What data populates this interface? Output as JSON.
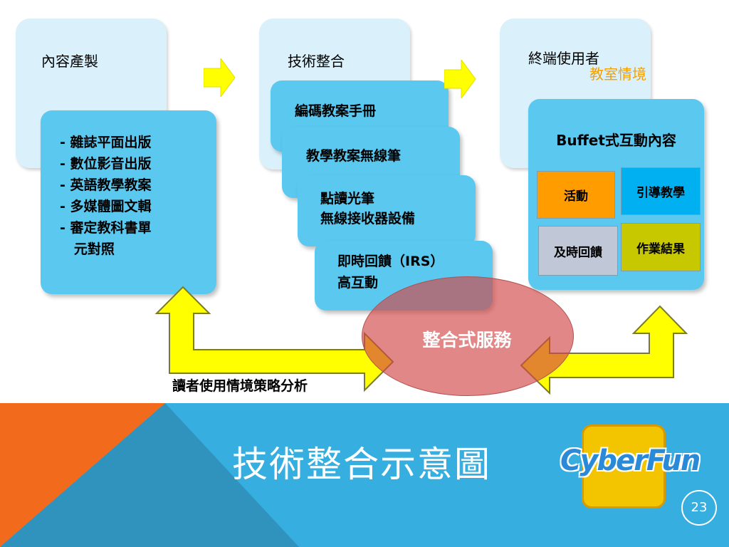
{
  "columns": {
    "content": {
      "title": "內容產製"
    },
    "tech": {
      "title": "技術整合"
    },
    "user": {
      "title": "終端使用者",
      "subtitle": "教室情境"
    }
  },
  "content_list": [
    "- 雜誌平面出版",
    "- 數位影音出版",
    "- 英語教學教案",
    "- 多媒體圖文輯",
    "- 審定教科書單",
    "   元對照"
  ],
  "tech_boxes": [
    {
      "lines": [
        "編碼教案手冊"
      ]
    },
    {
      "lines": [
        "教學教案無線筆"
      ]
    },
    {
      "lines": [
        "點讀光筆",
        "無線接收器設備"
      ]
    },
    {
      "lines": [
        "即時回饋（IRS）",
        "高互動"
      ]
    }
  ],
  "buffet": {
    "title": "Buffet式互動內容",
    "cells": [
      {
        "label": "活動",
        "color": "#ff9c00"
      },
      {
        "label": "引導教學",
        "color": "#00b0f0"
      },
      {
        "label": "及時回饋",
        "color": "#c0c8d8"
      },
      {
        "label": "作業結果",
        "color": "#c8c800"
      }
    ]
  },
  "center": {
    "label": "整合式服務",
    "color": "#e07070"
  },
  "analysis_label": "讀者使用情境策略分析",
  "footer": {
    "title": "技術整合示意圖",
    "page_number": "23",
    "logo_text": "CyberFun"
  },
  "colors": {
    "footer_blue": "#36aee0",
    "footer_dark": "#2a8cb4",
    "footer_orange": "#f26b1d",
    "arrow_yellow": "#ffff00"
  }
}
